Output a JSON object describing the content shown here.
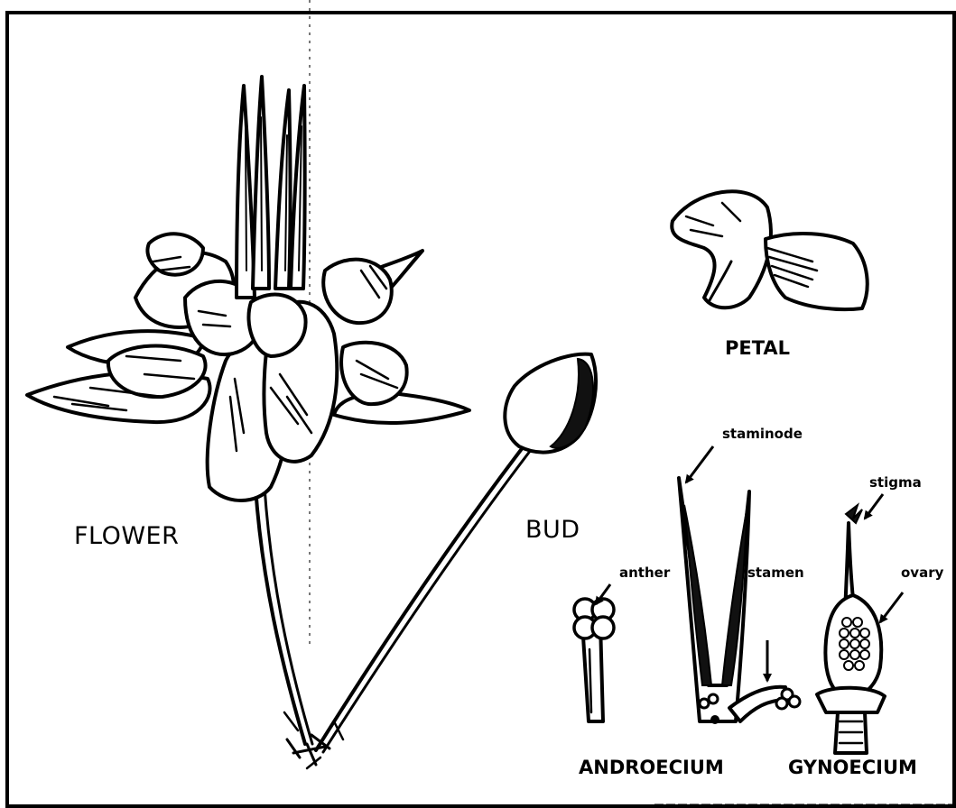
{
  "labels": {
    "flower": "FLOWER",
    "bud": "BUD",
    "petal": "PETAL",
    "androecium": "ANDROECIUM",
    "gynoecium": "GYNOECIUM",
    "staminode": "staminode",
    "stigma": "stigma",
    "anther": "anther",
    "stamen": "stamen",
    "ovary": "ovary"
  },
  "colors": {
    "ink": "#000000",
    "paper": "#ffffff"
  }
}
